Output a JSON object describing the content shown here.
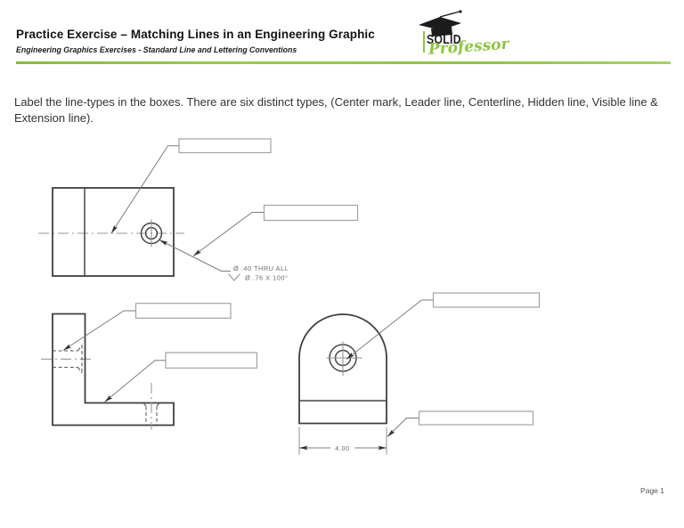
{
  "header": {
    "title": "Practice Exercise – Matching Lines in an Engineering Graphic",
    "subtitle": "Engineering Graphics Exercises - Standard Line and Lettering Conventions",
    "accent_color": "#8dc63f"
  },
  "logo": {
    "solid": "SOLID",
    "professor": "Professor",
    "brand_green": "#8dc63f"
  },
  "instructions": {
    "text": "Label the line-types in the boxes. There are six distinct types, (Center mark, Leader line, Centerline, Hidden line, Visible line & Extension line)."
  },
  "drawing1": {
    "callout_line1": "Ø .40 THRU ALL",
    "callout_line2": "Ø .76 X 100°"
  },
  "drawing3": {
    "dimension_value": "4.00"
  },
  "answer_boxes": [
    {
      "name": "answer-box-1",
      "value": ""
    },
    {
      "name": "answer-box-2",
      "value": ""
    },
    {
      "name": "answer-box-3",
      "value": ""
    },
    {
      "name": "answer-box-4",
      "value": ""
    },
    {
      "name": "answer-box-5",
      "value": ""
    },
    {
      "name": "answer-box-6",
      "value": ""
    }
  ],
  "footer": {
    "page_label": "Page 1"
  }
}
